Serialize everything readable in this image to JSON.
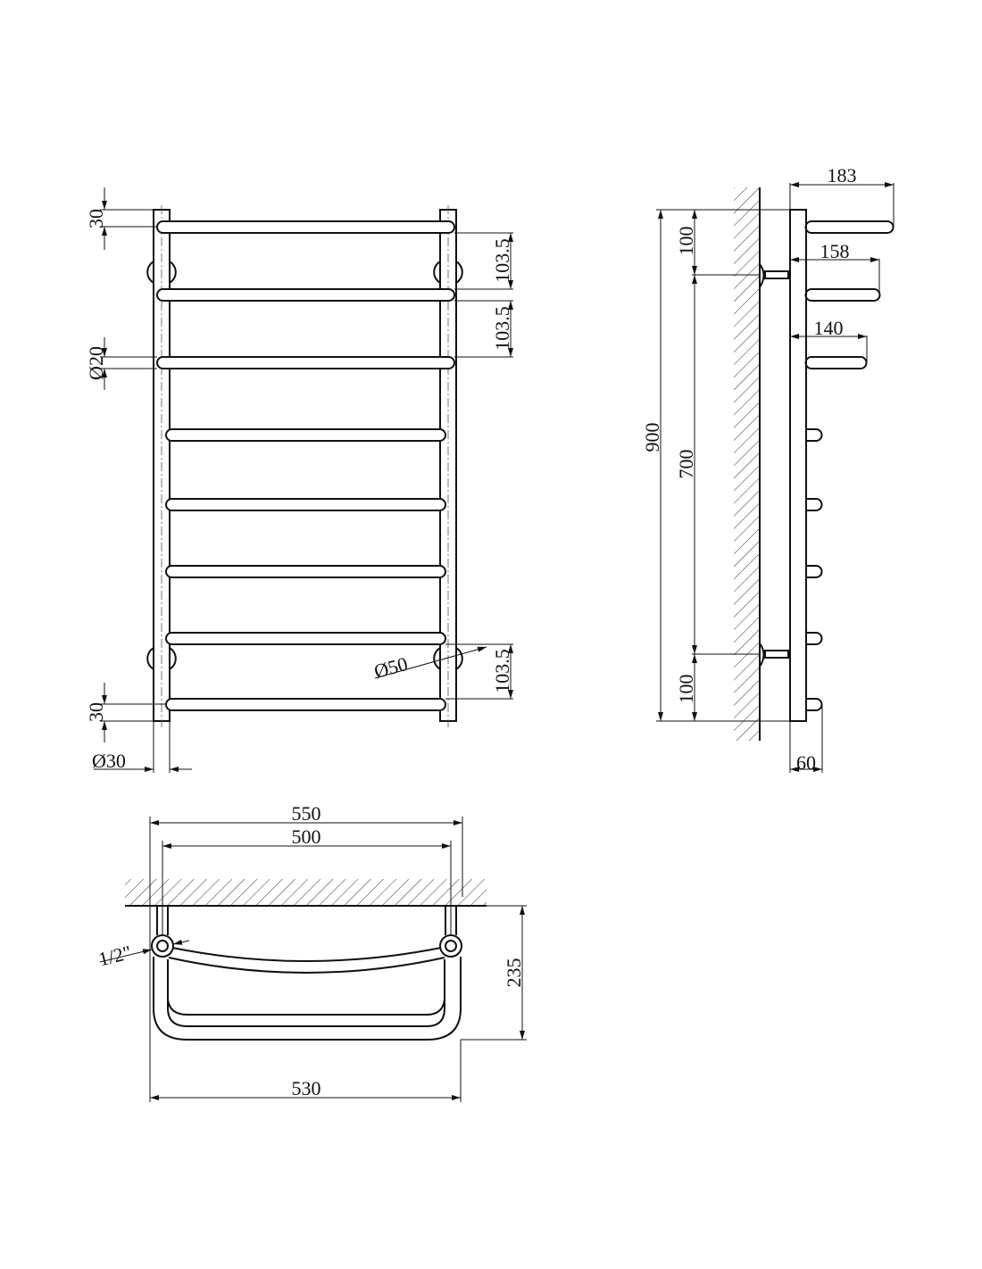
{
  "front_view": {
    "top_offset": "30",
    "rail_pitch_1": "103.5",
    "rail_pitch_2": "103.5",
    "rail_diameter": "Ø20",
    "bracket_diameter": "Ø50",
    "bottom_pitch": "103.5",
    "bottom_offset": "30",
    "stile_diameter": "Ø30"
  },
  "side_view": {
    "depth_top": "183",
    "depth_second": "158",
    "depth_third": "140",
    "total_height": "900",
    "mount_spacing": "700",
    "top_mount_offset": "100",
    "bottom_mount_offset": "100",
    "stub_depth": "60"
  },
  "top_view": {
    "outer_width": "550",
    "center_width": "500",
    "bottom_width": "530",
    "depth": "235",
    "thread": "1/2\""
  }
}
